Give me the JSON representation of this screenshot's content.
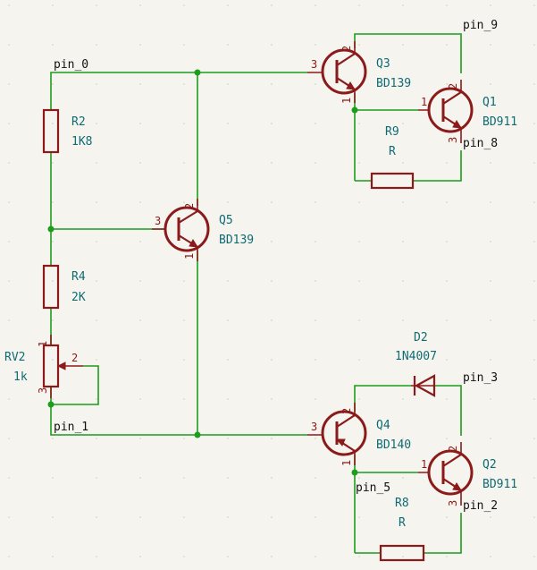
{
  "nets": {
    "pin_0": "pin_0",
    "pin_1": "pin_1",
    "pin_2": "pin_2",
    "pin_3": "pin_3",
    "pin_5": "pin_5",
    "pin_8": "pin_8",
    "pin_9": "pin_9"
  },
  "components": {
    "R2": {
      "ref": "R2",
      "value": "1K8"
    },
    "R4": {
      "ref": "R4",
      "value": "2K"
    },
    "RV2": {
      "ref": "RV2",
      "value": "1k"
    },
    "Q5": {
      "ref": "Q5",
      "value": "BD139"
    },
    "Q3": {
      "ref": "Q3",
      "value": "BD139"
    },
    "Q1": {
      "ref": "Q1",
      "value": "BD911"
    },
    "R9": {
      "ref": "R9",
      "value": "R"
    },
    "Q4": {
      "ref": "Q4",
      "value": "BD140"
    },
    "Q2": {
      "ref": "Q2",
      "value": "BD911"
    },
    "R8": {
      "ref": "R8",
      "value": "R"
    },
    "D2": {
      "ref": "D2",
      "value": "1N4007"
    }
  },
  "pin_numbers": {
    "one": "1",
    "two": "2",
    "three": "3"
  }
}
